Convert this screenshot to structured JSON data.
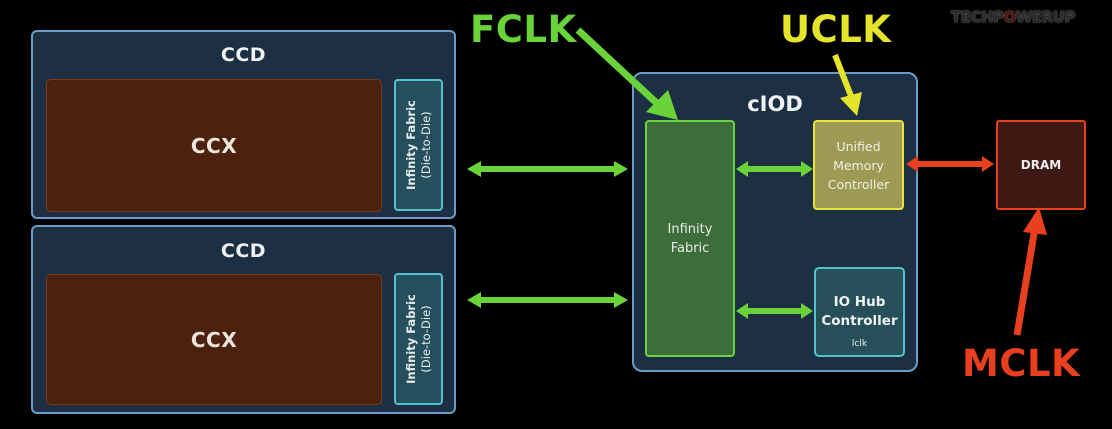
{
  "watermark": {
    "text_before": "TECHP",
    "power_icon": "O",
    "text_after": "WERUP"
  },
  "ccd_blocks": [
    {
      "title": "CCD",
      "ccx_label": "CCX",
      "fabric_label": "Infinity Fabric",
      "fabric_sublabel": "(Die-to-Die)"
    },
    {
      "title": "CCD",
      "ccx_label": "CCX",
      "fabric_label": "Infinity Fabric",
      "fabric_sublabel": "(Die-to-Die)"
    }
  ],
  "ciod": {
    "title": "cIOD",
    "infinity_fabric": {
      "line1": "Infinity",
      "line2": "Fabric"
    },
    "memory_controller": {
      "line1": "Unified",
      "line2": "Memory",
      "line3": "Controller"
    },
    "io_hub": {
      "line1": "IO Hub",
      "line2": "Controller",
      "clock": "lclk"
    }
  },
  "dram": {
    "label": "DRAM"
  },
  "clocks": {
    "fclk": {
      "label": "FCLK",
      "color": "#6ad33a"
    },
    "uclk": {
      "label": "UCLK",
      "color": "#e6e42a"
    },
    "mclk": {
      "label": "MCLK",
      "color": "#e8401e"
    }
  },
  "colors": {
    "fabric_arrow": "#6ad33a",
    "memory_arrow": "#e8401e"
  }
}
